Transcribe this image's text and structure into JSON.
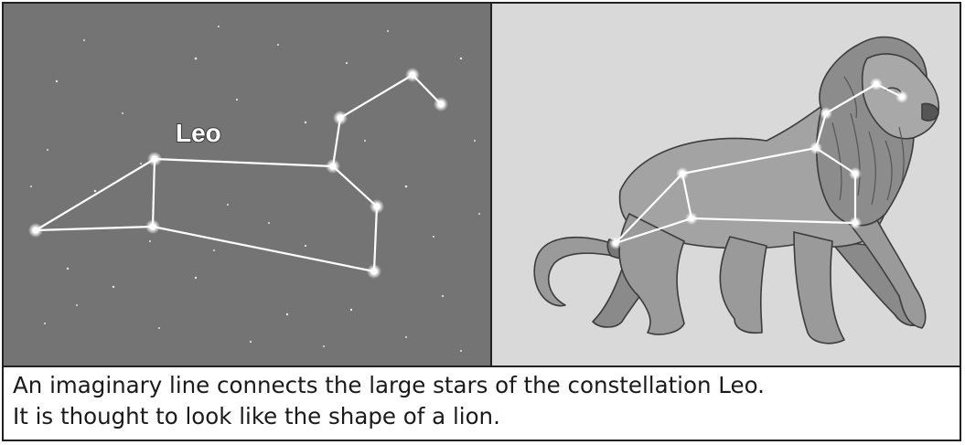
{
  "figure": {
    "sky_panel": {
      "label": "Leo"
    },
    "caption": {
      "line1": "An imaginary line connects the large stars of the constellation Leo.",
      "line2": "It is thought to look like the shape of a lion."
    }
  },
  "colors": {
    "sky_background": "#747474",
    "illustration_background": "#d9d9d9",
    "constellation_line": "#ffffff",
    "lion_body": "#9a9a9a",
    "border": "#222222"
  }
}
